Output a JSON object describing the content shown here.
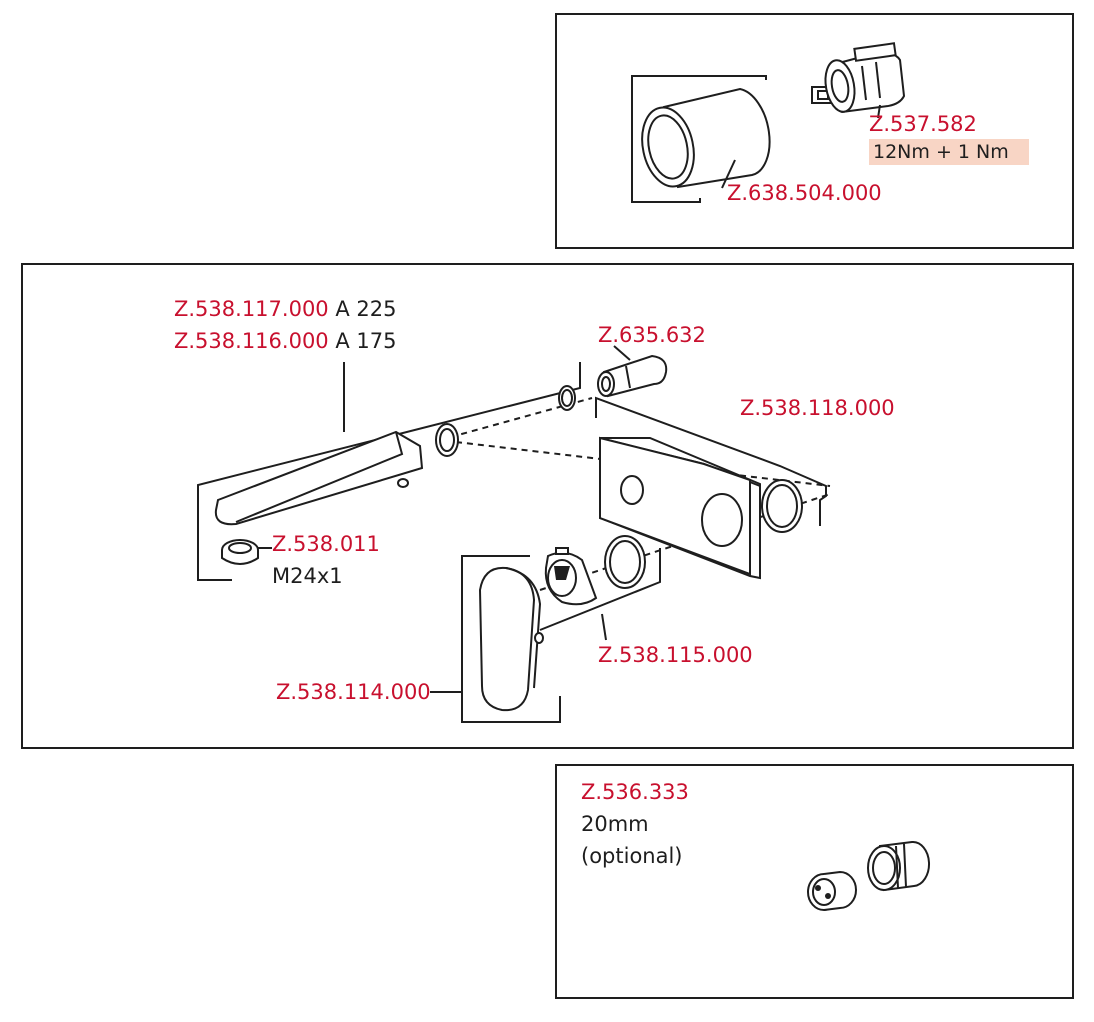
{
  "top_panel": {
    "cartridge_code": "Z.537.582",
    "torque_spec": "12Nm + 1 Nm",
    "sleeve_code": "Z.638.504.000"
  },
  "main_panel": {
    "spout_long_code": "Z.538.117.000",
    "spout_long_size": "A 225",
    "spout_short_code": "Z.538.116.000",
    "spout_short_size": "A 175",
    "diverter_code": "Z.635.632",
    "plate_code": "Z.538.118.000",
    "aerator_code": "Z.538.011",
    "aerator_thread": "M24x1",
    "escutcheon_code": "Z.538.115.000",
    "handle_code": "Z.538.114.000"
  },
  "bottom_panel": {
    "extension_code": "Z.536.333",
    "extension_length": "20mm",
    "extension_note": "(optional)"
  }
}
